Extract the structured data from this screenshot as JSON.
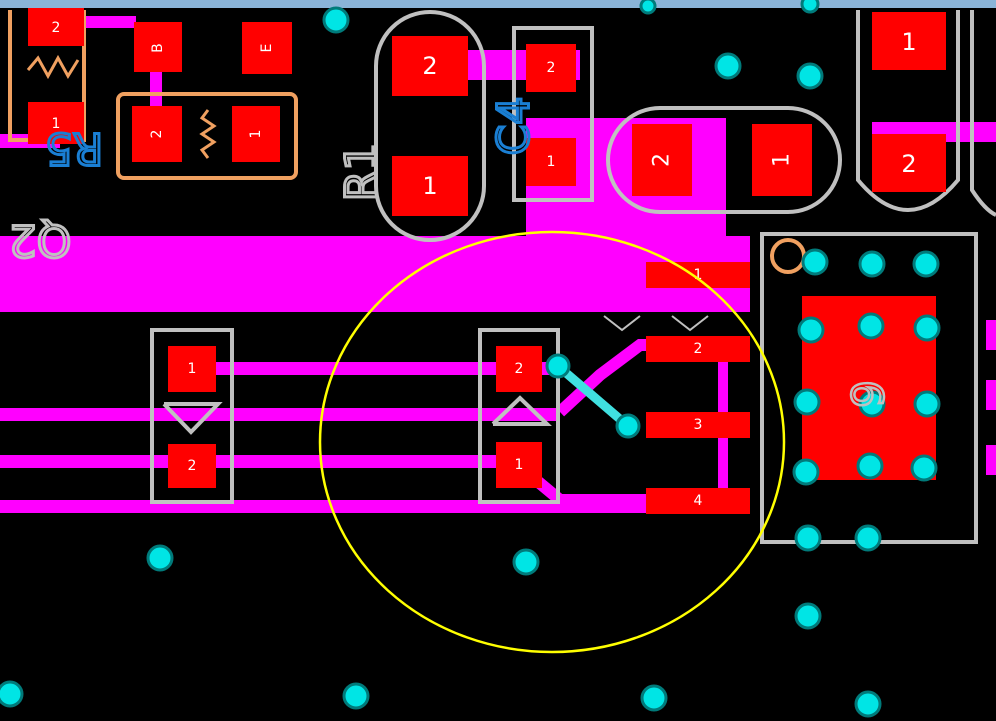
{
  "colors": {
    "background": "#000000",
    "copper_top": "#ff00ff",
    "pad": "#ff0000",
    "via": "#00e5e5",
    "via_hole": "#007a7a",
    "silkscreen": "#c0c0c0",
    "silkscreen_alt": "#f0a060",
    "refdes_blue": "#1a7fd4",
    "highlight_ring": "#ffff00",
    "inner_trace": "#40e0e0",
    "window_top_strip": "#8ab4d8"
  },
  "designators": {
    "r1": "R1",
    "c4": "C4",
    "q2": "Q2",
    "r5": "R5"
  },
  "pads": {
    "r5_top": "2",
    "r5_bottom": "1",
    "q_base": "B",
    "q_emitter": "E",
    "pot_left": "2",
    "pot_right": "1",
    "r1_top": "2",
    "r1_bottom": "1",
    "c4_top": "2",
    "c4_bottom": "1",
    "cap_big_left": "2",
    "cap_big_right": "1",
    "right_top": "1",
    "right_bottom": "2",
    "diode_left_top": "1",
    "diode_left_bottom": "2",
    "diode_mid_top": "2",
    "diode_mid_bottom": "1",
    "ic_pin1": "1",
    "ic_pin2": "2",
    "ic_pin3": "3",
    "ic_pin4": "4",
    "tab": "9"
  }
}
